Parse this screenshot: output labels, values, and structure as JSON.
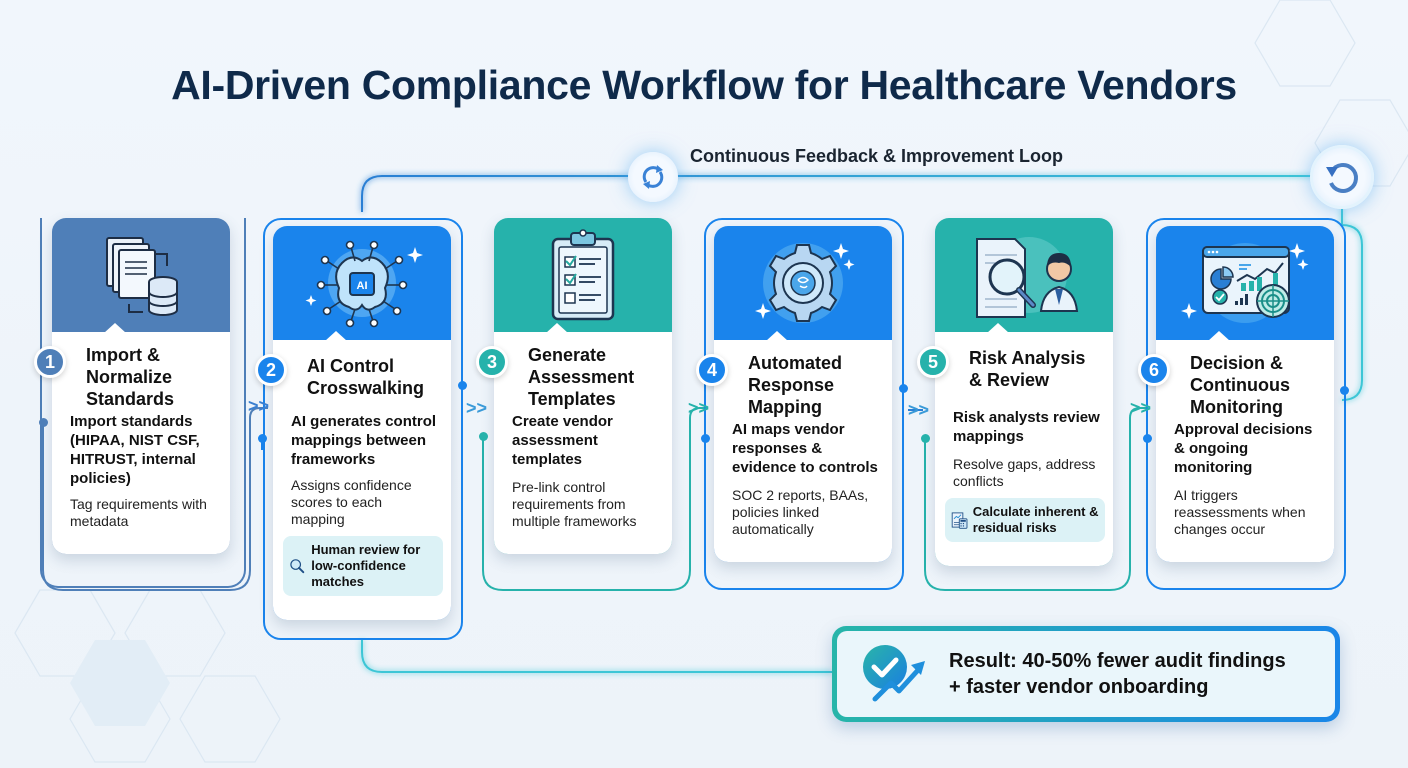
{
  "title": "AI-Driven Compliance Workflow for Healthcare Vendors",
  "loop": {
    "label": "Continuous Feedback & Improvement Loop",
    "icon_small": "refresh-cycle-icon",
    "icon_large": "rotate-back-icon"
  },
  "colors": {
    "title": "#0f2a4a",
    "slate_blue": "#4f7fb8",
    "bright_blue": "#1a84ec",
    "teal": "#26b2ab",
    "loop_line": "#2a8ad8",
    "note_bg": "#dcf2f6"
  },
  "steps": [
    {
      "number": "1",
      "title": "Import & Normalize Standards",
      "lead": "Import standards (HIPAA, NIST CSF, HITRUST, internal policies)",
      "detail": "Tag requirements with metadata",
      "note": null,
      "icon": "documents-database-icon",
      "theme": "slate"
    },
    {
      "number": "2",
      "title": "AI Control Crosswalking",
      "lead": "AI generates control mappings between frameworks",
      "detail": "Assigns confidence scores to each mapping",
      "note": "Human review for low-confidence matches",
      "note_icon": "magnifier-icon",
      "icon": "ai-brain-icon",
      "theme": "blue"
    },
    {
      "number": "3",
      "title": "Generate Assessment Templates",
      "lead": "Create vendor assessment templates",
      "detail": "Pre-link control requirements from multiple frameworks",
      "note": null,
      "icon": "clipboard-checklist-icon",
      "theme": "teal"
    },
    {
      "number": "4",
      "title": "Automated Response Mapping",
      "lead": "AI maps vendor responses & evidence to controls",
      "detail": "SOC 2 reports, BAAs, policies linked automatically",
      "note": null,
      "icon": "gear-network-icon",
      "theme": "blue"
    },
    {
      "number": "5",
      "title": "Risk Analysis & Review",
      "lead": "Risk analysts review mappings",
      "detail": "Resolve gaps, address conflicts",
      "note": "Calculate inherent & residual risks",
      "note_icon": "report-calculator-icon",
      "icon": "analyst-document-magnifier-icon",
      "theme": "teal"
    },
    {
      "number": "6",
      "title": "Decision & Continuous Monitoring",
      "lead": "Approval decisions & ongoing monitoring",
      "detail": "AI triggers reassessments when changes occur",
      "note": null,
      "icon": "dashboard-radar-icon",
      "theme": "blue"
    }
  ],
  "result": {
    "line1": "Result: 40-50% fewer audit findings",
    "line2": "+ faster vendor onboarding",
    "icon": "check-trend-up-icon"
  }
}
